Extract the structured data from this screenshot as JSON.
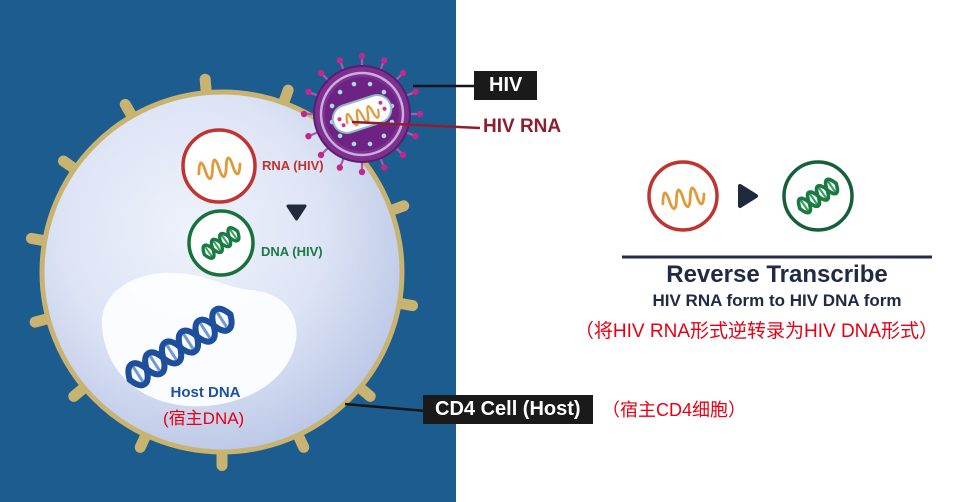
{
  "colors": {
    "panel_blue": "#1d5c8e",
    "membrane_tan": "#c9b370",
    "virus_purple": "#7d2f92",
    "spike_magenta": "#c3268d",
    "rna_red": "#bf3430",
    "rna_orange": "#e09a3a",
    "dna_green": "#1a7a42",
    "host_dna_blue": "#1f4f9e",
    "label_black": "#1a1a1a",
    "dark_red": "#8e1f2f",
    "navy_text": "#202a44",
    "cn_red": "#e60012"
  },
  "cell_diagram": {
    "hiv_label": "HIV",
    "hiv_rna_label": "HIV RNA",
    "rna_circle_label": "RNA (HIV)",
    "dna_circle_label": "DNA (HIV)",
    "host_dna_label": "Host DNA",
    "host_dna_label_cn": "(宿主DNA)",
    "cd4_label": "CD4 Cell (Host)",
    "cd4_label_cn": "（宿主CD4细胞）"
  },
  "reverse_panel": {
    "title": "Reverse Transcribe",
    "subtitle": "HIV RNA form to HIV DNA form",
    "subtitle_cn": "（将HIV RNA形式逆转录为HIV DNA形式）"
  }
}
